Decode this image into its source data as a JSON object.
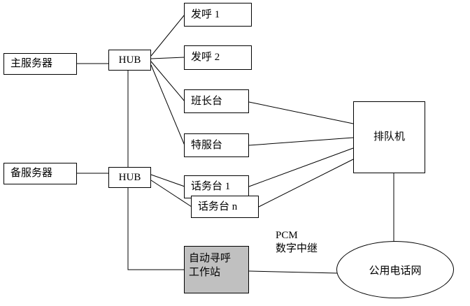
{
  "diagram": {
    "nodes": {
      "main_server": {
        "label": "主服务器"
      },
      "backup_server": {
        "label": "备服务器"
      },
      "hub_top": {
        "label": "HUB"
      },
      "hub_bottom": {
        "label": "HUB"
      },
      "caller1": {
        "label": "发呼 1"
      },
      "caller2": {
        "label": "发呼 2"
      },
      "monitor": {
        "label": "班长台"
      },
      "special": {
        "label": "特服台"
      },
      "operator1": {
        "label": "话务台 1"
      },
      "operatorn": {
        "label": "话务台 n"
      },
      "paging_station": {
        "line1": "自动寻呼",
        "line2": "工作站"
      },
      "queue_machine": {
        "label": "排队机"
      },
      "pstn": {
        "label": "公用电话网"
      }
    },
    "annotations": {
      "pcm_line1": "PCM",
      "pcm_line2": "数字中继"
    },
    "colors": {
      "paging_station_fill": "#c0c0c0",
      "line": "#000000",
      "border": "#000000",
      "background": "#ffffff"
    }
  }
}
